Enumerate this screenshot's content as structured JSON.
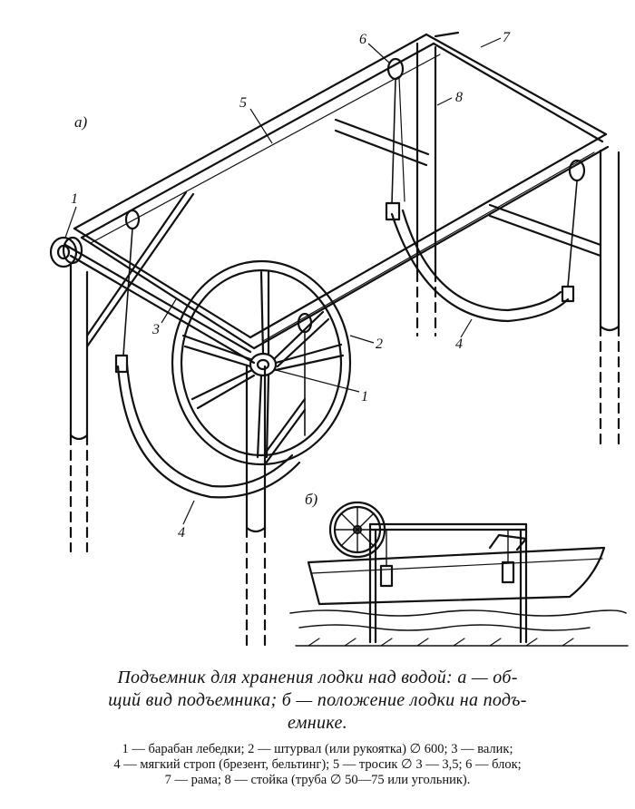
{
  "figure": {
    "view_a_label": "а)",
    "view_b_label": "б)",
    "callouts": {
      "c1_left": "1",
      "c1_center": "1",
      "c2": "2",
      "c3": "3",
      "c4_left": "4",
      "c4_right": "4",
      "c5": "5",
      "c6": "6",
      "c7": "7",
      "c8": "8"
    }
  },
  "caption": {
    "title_line1": "Подъемник для хранения лодки над водой: а — об-",
    "title_line2": "щий вид подъемника; б — положение лодки на подъ-",
    "title_line3": "емнике.",
    "legend_line1": "1 — барабан лебедки; 2 — штурвал (или рукоятка) ∅ 600; 3 — валик;",
    "legend_line2": "4 — мягкий строп (брезент, бельтинг); 5 — тросик ∅ 3 — 3,5; 6 — блок;",
    "legend_line3": "7 — рама; 8 — стойка (труба ∅ 50—75 или угольник)."
  }
}
